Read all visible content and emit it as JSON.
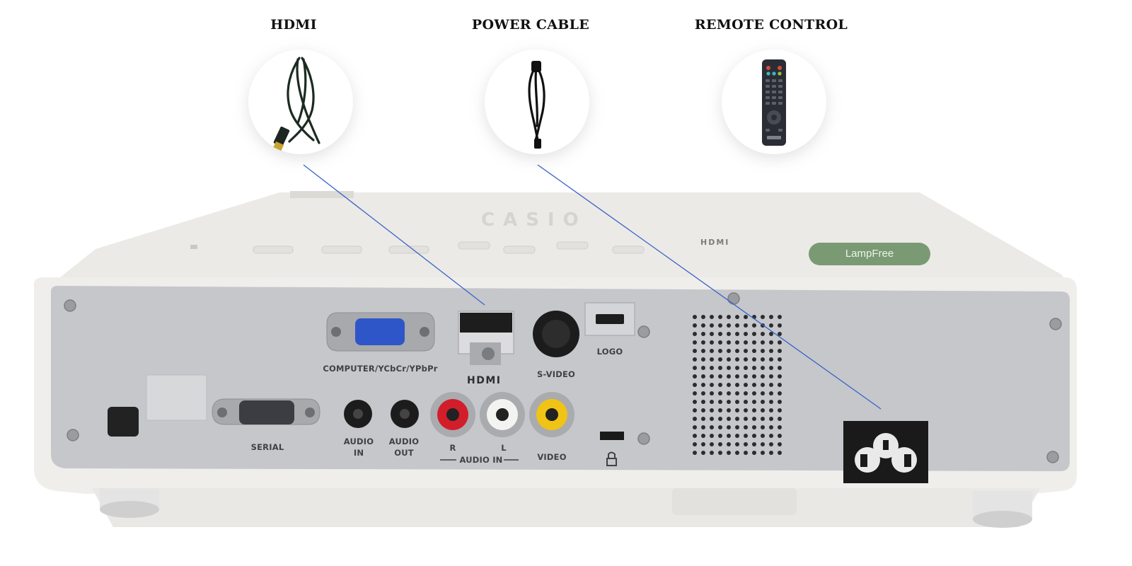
{
  "accessories": [
    {
      "title": "HDMI",
      "icon": "hdmi-cable-icon"
    },
    {
      "title": "POWER CABLE",
      "icon": "power-cable-icon"
    },
    {
      "title": "REMOTE CONTROL",
      "icon": "remote-control-icon"
    }
  ],
  "projector": {
    "brand": "CASIO",
    "top_hdmi_logo": "HDMI",
    "badge": "LampFree",
    "rear_panel": {
      "computer_port_label": "COMPUTER/YCbCr/YPbPr",
      "hdmi_port_logo": "HDMI",
      "svideo_label": "S-VIDEO",
      "logo_label": "LOGO",
      "serial_label": "SERIAL",
      "audio_in_label": "AUDIO IN",
      "audio_out_label": "AUDIO OUT",
      "audio_in_rca_label": "AUDIO IN",
      "right_channel": "R",
      "left_channel": "L",
      "video_label": "VIDEO"
    }
  },
  "colors": {
    "pointer_line": "#3a63c9",
    "panel": "#c5c7cb",
    "body": "#eeedea",
    "vga_blue": "#2f56c8"
  }
}
